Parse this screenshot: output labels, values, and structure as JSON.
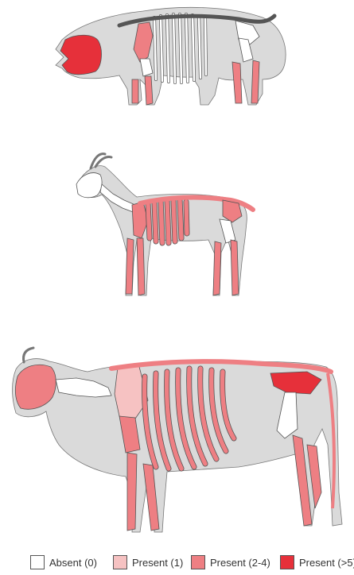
{
  "colors": {
    "absent": "#ffffff",
    "present_1": "#f6c2c2",
    "present_2_4": "#ee7f83",
    "present_gt5": "#e6303a",
    "body": "#dadada",
    "outline": "#777777"
  },
  "legend": [
    {
      "label": "Absent (0)",
      "color": "#ffffff"
    },
    {
      "label": "Present (1)",
      "color": "#f6c2c2"
    },
    {
      "label": "Present (2-4)",
      "color": "#ee7f83"
    },
    {
      "label": "Present (>5)",
      "color": "#e6303a"
    }
  ],
  "animals": [
    {
      "id": "pig"
    },
    {
      "id": "goat"
    },
    {
      "id": "cow"
    }
  ]
}
